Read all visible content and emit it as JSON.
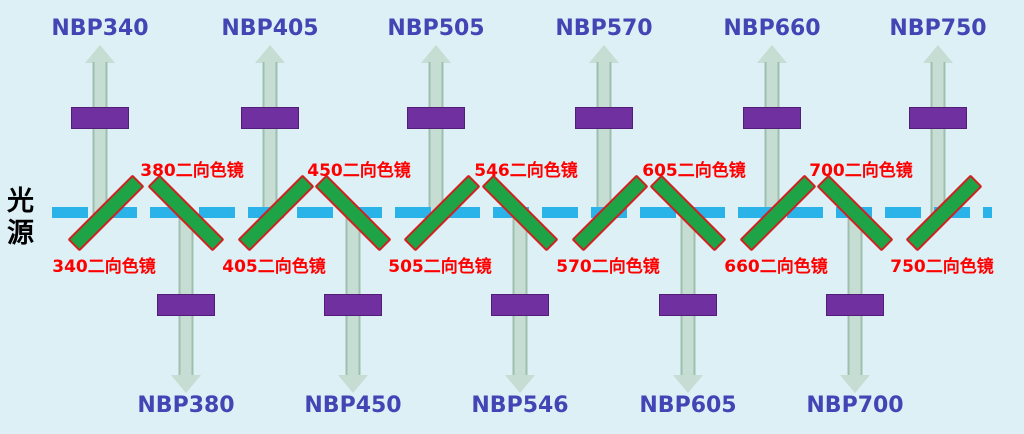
{
  "source": {
    "label": "光源"
  },
  "top_branches": [
    {
      "nbp": "NBP340",
      "mirror": "340二向色镜"
    },
    {
      "nbp": "NBP405",
      "mirror": "405二向色镜"
    },
    {
      "nbp": "NBP505",
      "mirror": "505二向色镜"
    },
    {
      "nbp": "NBP570",
      "mirror": "570二向色镜"
    },
    {
      "nbp": "NBP660",
      "mirror": "660二向色镜"
    },
    {
      "nbp": "NBP750",
      "mirror": "750二向色镜"
    }
  ],
  "bottom_branches": [
    {
      "nbp": "NBP380",
      "mirror": "380二向色镜"
    },
    {
      "nbp": "NBP450",
      "mirror": "450二向色镜"
    },
    {
      "nbp": "NBP546",
      "mirror": "546二向色镜"
    },
    {
      "nbp": "NBP605",
      "mirror": "605二向色镜"
    },
    {
      "nbp": "NBP700",
      "mirror": "700二向色镜"
    }
  ],
  "colors": {
    "background": "#ddf0f6",
    "beam": "#29b3e9",
    "mirror_fill": "#1ea447",
    "mirror_border": "#d02020",
    "filter_fill": "#7030a0",
    "arrow_fill": "#c5ddd2",
    "nbp_label_text": "#4345b4",
    "mirror_label_text": "#ff0000",
    "source_label_text": "#000000"
  }
}
